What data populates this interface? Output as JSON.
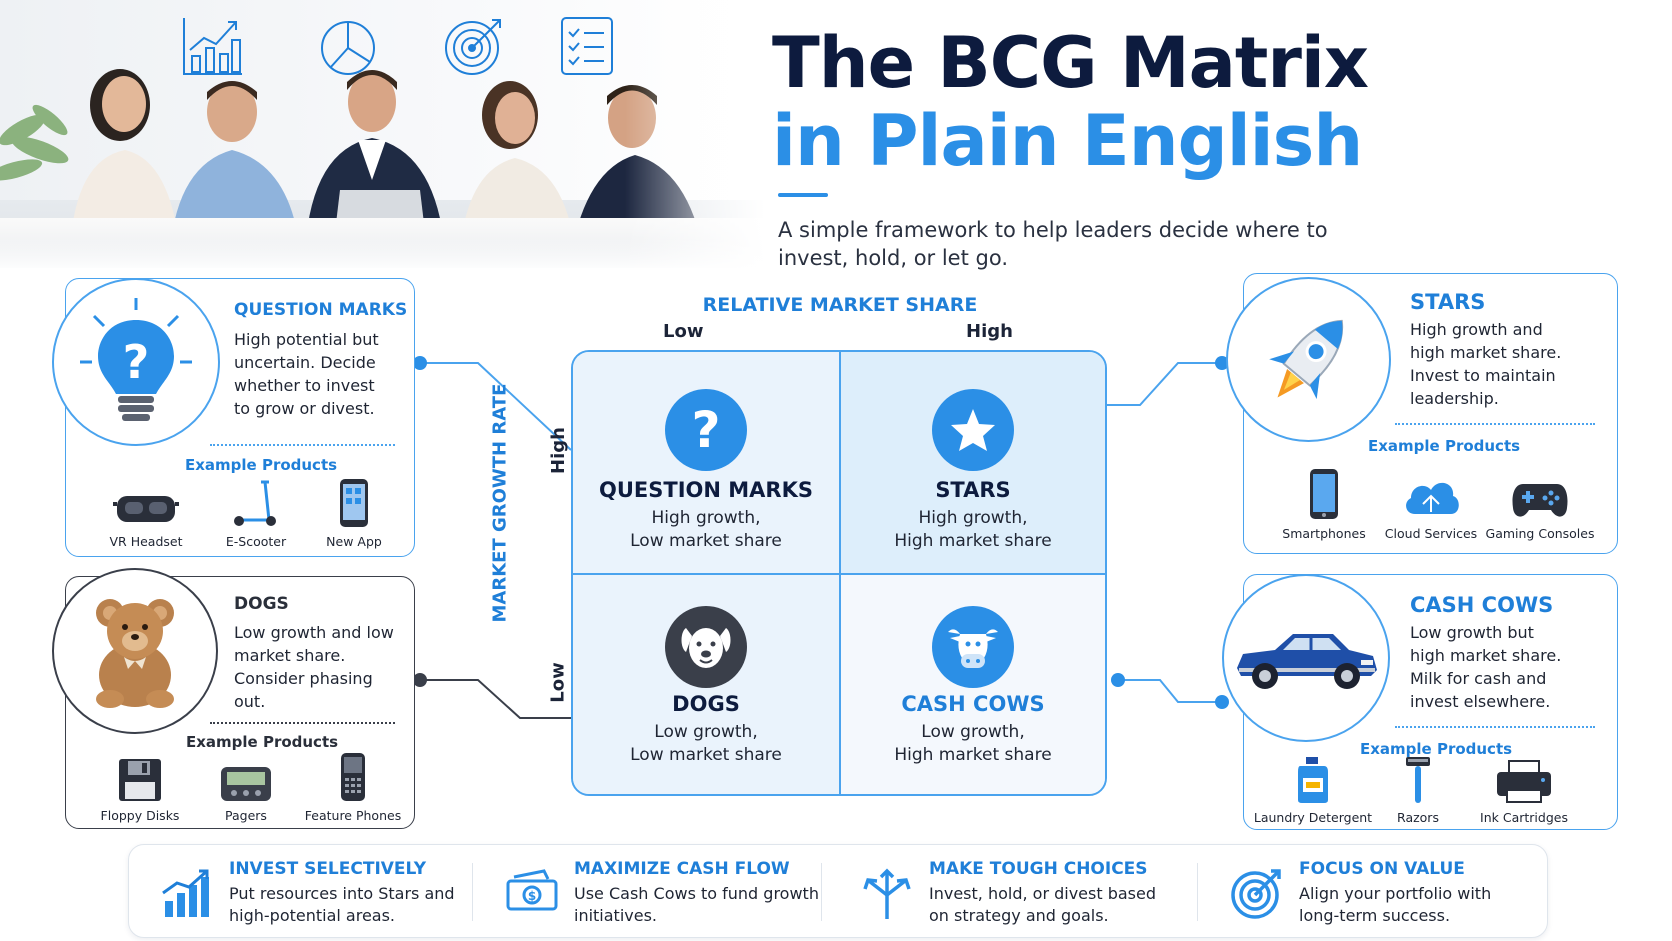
{
  "header": {
    "title_line1": "The BCG Matrix",
    "title_line2": "in Plain English",
    "subtitle": "A simple framework to help leaders decide where to invest, hold, or let go.",
    "top_icons": [
      "growth-chart-icon",
      "pie-chart-icon",
      "target-icon",
      "checklist-icon"
    ]
  },
  "matrix": {
    "x_axis_label": "RELATIVE MARKET SHARE",
    "x_low": "Low",
    "x_high": "High",
    "y_axis_label": "MARKET GROWTH RATE",
    "y_high": "High",
    "y_low": "Low",
    "quadrants": {
      "question_marks": {
        "title": "QUESTION MARKS",
        "line1": "High growth,",
        "line2": "Low market share",
        "icon": "question-icon"
      },
      "stars": {
        "title": "STARS",
        "line1": "High growth,",
        "line2": "High market share",
        "icon": "star-icon"
      },
      "dogs": {
        "title": "DOGS",
        "line1": "Low growth,",
        "line2": "Low market share",
        "icon": "dog-icon"
      },
      "cash_cows": {
        "title": "CASH COWS",
        "line1": "Low growth,",
        "line2": "High market share",
        "icon": "cow-icon"
      }
    }
  },
  "cards": {
    "question_marks": {
      "title": "QUESTION MARKS",
      "description": "High potential but uncertain. Decide whether to invest to grow or divest.",
      "examples_label": "Example Products",
      "products": [
        "VR Headset",
        "E-Scooter",
        "New App"
      ]
    },
    "dogs": {
      "title": "DOGS",
      "description": "Low growth and low market share. Consider phasing out.",
      "examples_label": "Example Products",
      "products": [
        "Floppy Disks",
        "Pagers",
        "Feature Phones"
      ]
    },
    "stars": {
      "title": "STARS",
      "description": "High growth and high market share. Invest to maintain leadership.",
      "examples_label": "Example Products",
      "products": [
        "Smartphones",
        "Cloud Services",
        "Gaming Consoles"
      ]
    },
    "cash_cows": {
      "title": "CASH COWS",
      "description": "Low growth but high market share. Milk for cash and invest elsewhere.",
      "examples_label": "Example Products",
      "products": [
        "Laundry Detergent",
        "Razors",
        "Ink Cartridges"
      ]
    }
  },
  "takeaways": [
    {
      "title": "INVEST SELECTIVELY",
      "description": "Put resources into Stars and high-potential areas.",
      "icon": "bar-growth-icon"
    },
    {
      "title": "MAXIMIZE CASH FLOW",
      "description": "Use Cash Cows to fund growth initiatives.",
      "icon": "money-icon"
    },
    {
      "title": "MAKE TOUGH CHOICES",
      "description": "Invest, hold, or divest based on strategy and goals.",
      "icon": "decision-arrows-icon"
    },
    {
      "title": "FOCUS ON VALUE",
      "description": "Align your portfolio with long-term success.",
      "icon": "target-icon"
    }
  ],
  "colors": {
    "navy": "#0d1b3e",
    "accent_blue": "#2b8fe6",
    "label_blue": "#1f7fd8",
    "dark_gray": "#3a3f4a",
    "matrix_fill": "#eaf3fc"
  }
}
